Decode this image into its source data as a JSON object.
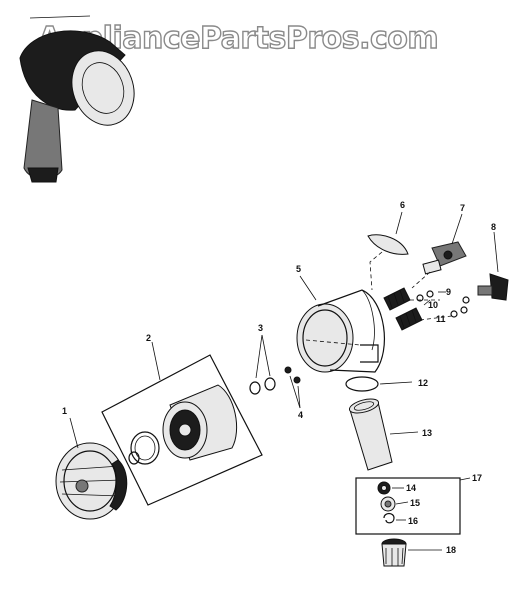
{
  "watermark": {
    "text": "AppliancePartsPros.com"
  },
  "callouts": [
    {
      "id": "1",
      "label": "1"
    },
    {
      "id": "2",
      "label": "2"
    },
    {
      "id": "3",
      "label": "3"
    },
    {
      "id": "4",
      "label": "4"
    },
    {
      "id": "5",
      "label": "5"
    },
    {
      "id": "6",
      "label": "6"
    },
    {
      "id": "7",
      "label": "7"
    },
    {
      "id": "8",
      "label": "8"
    },
    {
      "id": "9",
      "label": "9"
    },
    {
      "id": "10",
      "label": "10"
    },
    {
      "id": "11",
      "label": "11"
    },
    {
      "id": "12",
      "label": "12"
    },
    {
      "id": "13",
      "label": "13"
    },
    {
      "id": "14",
      "label": "14"
    },
    {
      "id": "15",
      "label": "15"
    },
    {
      "id": "16",
      "label": "16"
    },
    {
      "id": "17",
      "label": "17"
    },
    {
      "id": "18",
      "label": "18"
    }
  ]
}
